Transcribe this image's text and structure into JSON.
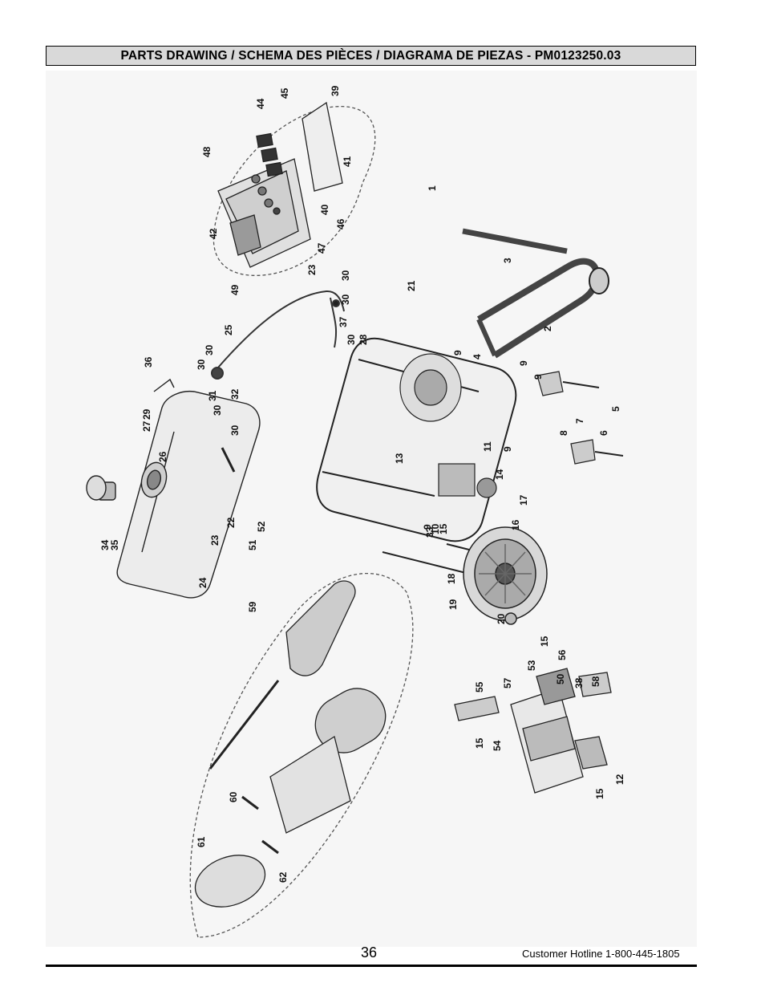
{
  "header": {
    "title": "PARTS DRAWING / SCHEMA DES PIÈCES / DIAGRAMA DE PIEZAS - PM0123250.03"
  },
  "drawing": {
    "callouts": [
      "1",
      "2",
      "3",
      "4",
      "5",
      "6",
      "7",
      "8",
      "9",
      "9",
      "9",
      "9",
      "9",
      "10",
      "11",
      "12",
      "13",
      "14",
      "15",
      "15",
      "15",
      "15",
      "16",
      "17",
      "18",
      "19",
      "20",
      "21",
      "22",
      "23",
      "23",
      "24",
      "25",
      "26",
      "27",
      "28",
      "29",
      "30",
      "30",
      "30",
      "30",
      "30",
      "30",
      "30",
      "31",
      "32",
      "33",
      "34",
      "35",
      "36",
      "37",
      "38",
      "39",
      "40",
      "41",
      "42",
      "44",
      "45",
      "46",
      "47",
      "48",
      "49",
      "50",
      "51",
      "52",
      "53",
      "54",
      "55",
      "56",
      "57",
      "58",
      "59",
      "60",
      "61",
      "62"
    ]
  },
  "footer": {
    "page_number": "36",
    "hotline": "Customer Hotline 1-800-445-1805"
  }
}
